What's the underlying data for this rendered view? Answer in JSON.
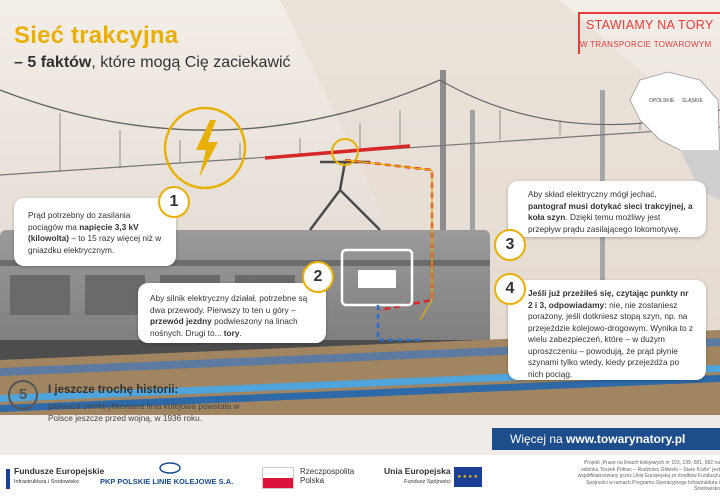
{
  "header": {
    "title": "Sieć trakcyjna",
    "subtitle_bold": "– 5 faktów",
    "subtitle_rest": ", które mogą Cię zaciekawić"
  },
  "brand": {
    "line1": "STAWIAMY NA TORY",
    "line2": "W TRANSPORCIE TOWAROWYM"
  },
  "map": {
    "label_opolskie": "OPOLSKIE",
    "label_slaskie": "ŚLĄSKIE"
  },
  "facts": [
    {
      "number": "1",
      "text_pre": "Prąd potrzebny do zasilania pociągów ma ",
      "text_bold": "napięcie 3,3 kV (kilowolta)",
      "text_post": " – to 15 razy więcej niż w gniazdku elektrycznym."
    },
    {
      "number": "2",
      "text_pre": "Aby silnik elektryczny działał, potrzebne są dwa przewody. Pierwszy to ten u góry – ",
      "text_bold": "przewód jezdny",
      "text_mid": " podwieszony na linach nośnych. Drugi to... ",
      "text_bold2": "tory",
      "text_post": "."
    },
    {
      "number": "3",
      "text_pre": "Aby skład elektryczny mógł jechać, ",
      "text_bold": "pantograf musi dotykać sieci trakcyjnej, a koła szyn",
      "text_post": ". Dzięki temu możliwy jest przepływ prądu zasilającego lokomotywę."
    },
    {
      "number": "4",
      "text_bold": "Jeśli już przeżiłeś się, czytając punkty nr 2 i 3, odpowiadamy:",
      "text_post": " nie, nie zostaniesz porażony, jeśli dotkniesz stopą szyn, np. na przejeździe kolejowo-drogowym. Wynika to z wielu zabezpieczeń, które – w dużym uproszczeniu – powodują, że prąd płynie szynami tylko wtedy, kiedy przejeżdża po nich pociąg."
    }
  ],
  "history": {
    "number": "5",
    "title": "I jeszcze trochę historii:",
    "text": "pierwsza zelektryfikowana linia kolejowa powstała w Polsce jeszcze przed wojną, w 1936 roku."
  },
  "more": {
    "prefix": "Więcej na ",
    "url": "www.towarynatory.pl"
  },
  "footer": {
    "fe_title": "Fundusze Europejskie",
    "fe_sub": "Infrastruktura i Środowisko",
    "pkp": "PKP POLSKIE LINIE KOLEJOWE S.A.",
    "rp_line1": "Rzeczpospolita",
    "rp_line2": "Polska",
    "ue_title": "Unia Europejska",
    "ue_sub": "Fundusz Spójności",
    "project": "Projekt „Prace na liniach kolejowych nr 153, 199, 681, 682 na odcinku Toszek Północ – Rudziniec Gliwicki – Stare Koźle” jest współfinansowany przez Unię Europejską ze środków Funduszu Spójności w ramach Programu Operacyjnego Infrastruktura i Środowisko"
  },
  "colors": {
    "yellow": "#e8b000",
    "red": "#e53c3c",
    "blue": "#1e4d8c",
    "cable_red": "#d62828"
  }
}
